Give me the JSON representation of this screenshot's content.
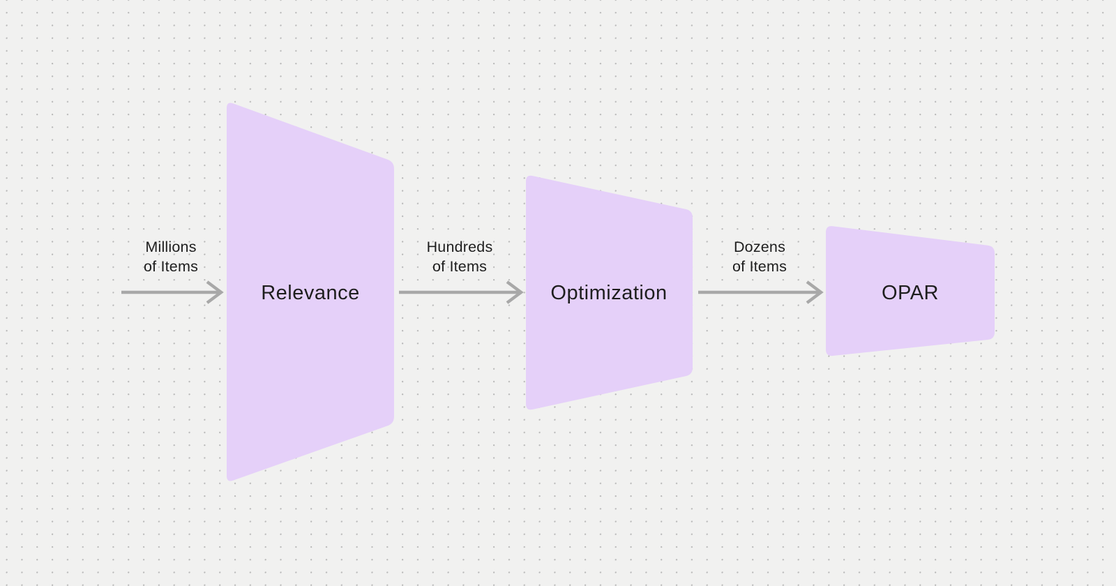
{
  "diagram": {
    "stages": [
      {
        "label": "Relevance"
      },
      {
        "label": "Optimization"
      },
      {
        "label": "OPAR"
      }
    ],
    "flows": [
      {
        "label_line1": "Millions",
        "label_line2": "of Items"
      },
      {
        "label_line1": "Hundreds",
        "label_line2": "of Items"
      },
      {
        "label_line1": "Dozens",
        "label_line2": "of Items"
      }
    ],
    "colors": {
      "background": "#f1f1f0",
      "grid_dot": "#b9b9b9",
      "stage_fill": "#e5d0f9",
      "arrow": "#a8a8a8",
      "text": "#1e1e1e"
    }
  }
}
